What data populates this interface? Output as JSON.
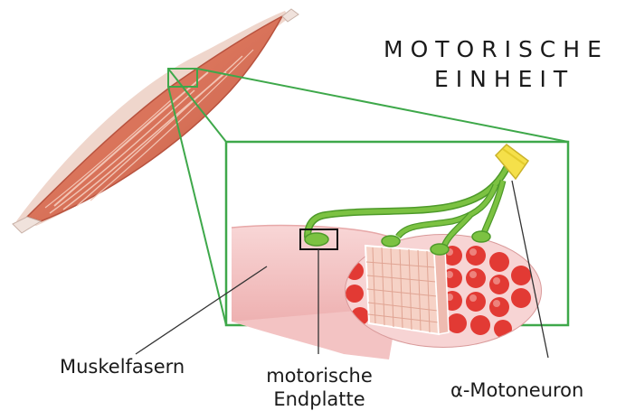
{
  "title": {
    "line1": "MOTORISCHE",
    "line2": "EINHEIT"
  },
  "labels": {
    "muscle_fibers": "Muskelfasern",
    "endplate_line1": "motorische",
    "endplate_line2": "Endplatte",
    "motoneuron": "α-Motoneuron"
  },
  "colors": {
    "muscle": "#d9735a",
    "muscle_dark": "#b8523e",
    "muscle_light": "#f2b3a0",
    "frame_green": "#3ea84a",
    "nerve_green": "#7cc242",
    "nerve_dark": "#4e9a2a",
    "myelin_yellow": "#f5e04a",
    "fiber_pink": "#f4c4c4",
    "fiber_red": "#e23a34",
    "myofibril": "#f6d2c6"
  },
  "icons": {
    "muscle": "whole-muscle-icon",
    "nerve": "motor-neuron-icon",
    "fiber_bundle": "muscle-fiber-cross-section-icon"
  }
}
